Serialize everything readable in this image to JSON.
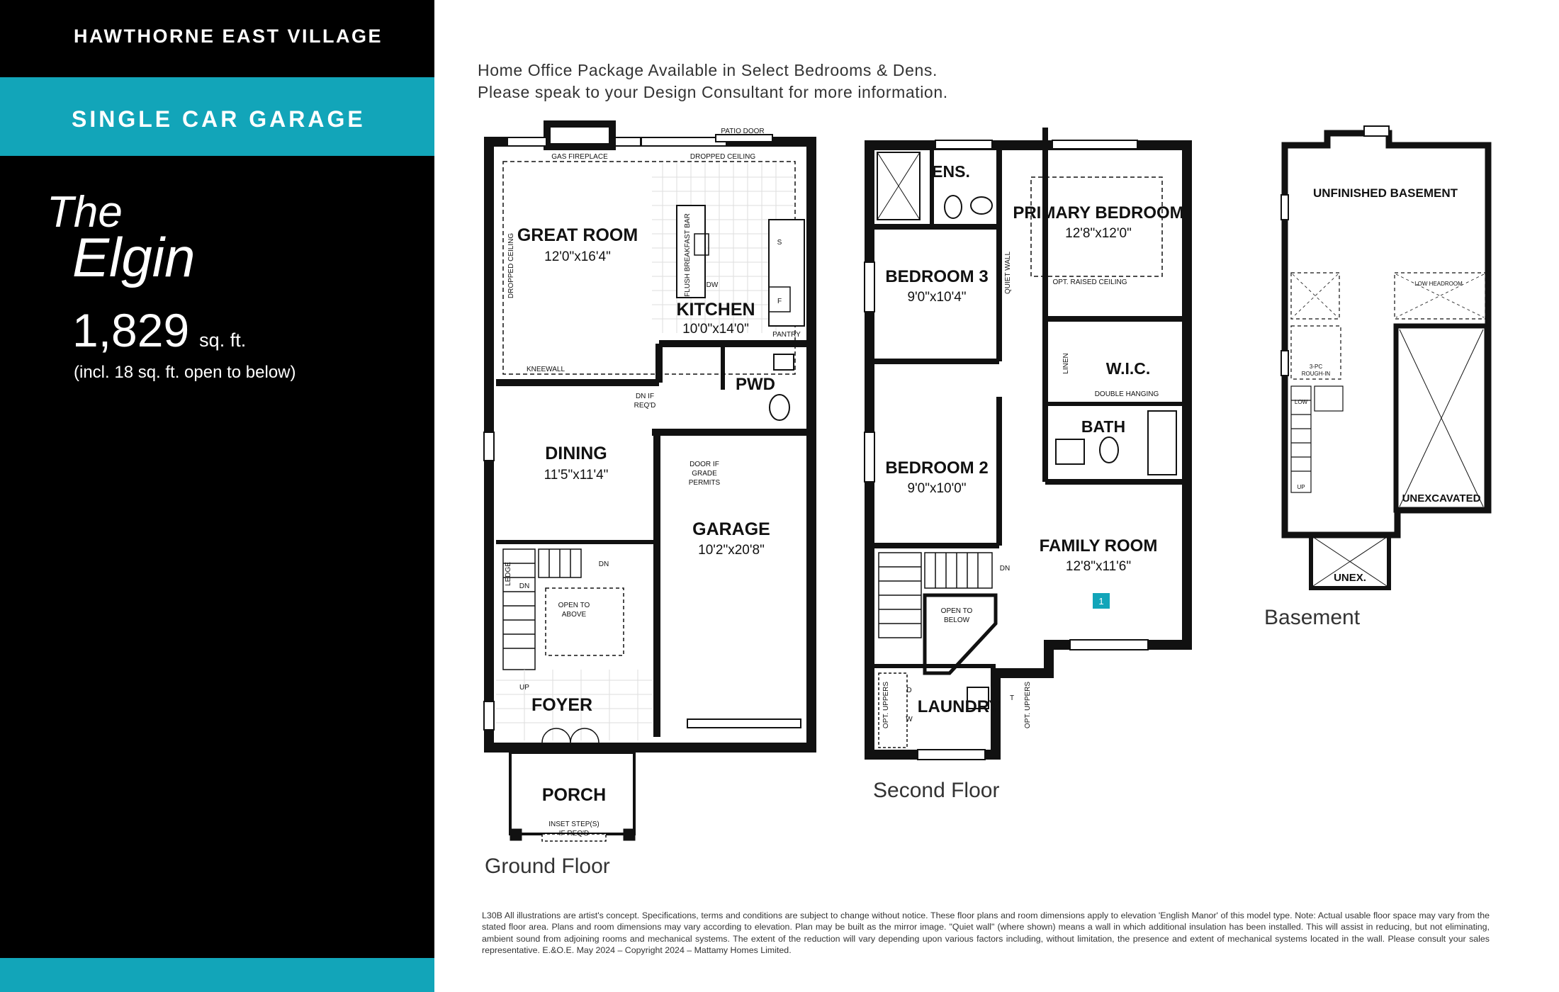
{
  "sidebar": {
    "community": "HAWTHORNE EAST VILLAGE",
    "garage_type": "SINGLE CAR GARAGE",
    "model_line1": "The",
    "model_line2": "Elgin",
    "sqft_value": "1,829",
    "sqft_unit": "sq. ft.",
    "sqft_note": "(incl. 18 sq. ft. open to below)",
    "brand_color": "#12a5b9"
  },
  "notice": {
    "line1": "Home Office Package Available in Select Bedrooms & Dens.",
    "line2": "Please speak to your Design Consultant for more information."
  },
  "ground_floor": {
    "label": "Ground Floor",
    "great_room_name": "GREAT ROOM",
    "great_room_dim": "12'0\"x16'4\"",
    "kitchen_name": "KITCHEN",
    "kitchen_dim": "10'0\"x14'0\"",
    "dining_name": "DINING",
    "dining_dim": "11'5\"x11'4\"",
    "garage_name": "GARAGE",
    "garage_dim": "10'2\"x20'8\"",
    "pwd": "PWD",
    "foyer": "FOYER",
    "porch": "PORCH",
    "gas_fireplace": "GAS FIREPLACE",
    "patio_door": "PATIO DOOR",
    "dropped_ceiling_top": "DROPPED CEILING",
    "dropped_ceiling_side": "DROPPED CEILING",
    "flush_bar": "FLUSH BREAKFAST BAR",
    "dw": "DW",
    "s": "S",
    "f": "F",
    "pantry": "PANTRY",
    "kneewall": "KNEEWALL",
    "dn_if_reqd_1": "DN IF",
    "dn_if_reqd_2": "REQ'D",
    "door_grade_1": "DOOR IF",
    "door_grade_2": "GRADE",
    "door_grade_3": "PERMITS",
    "ledge": "LEDGE",
    "dn_1": "DN",
    "dn_2": "DN",
    "up": "UP",
    "open_above_1": "OPEN TO",
    "open_above_2": "ABOVE",
    "inset_steps_1": "INSET STEP(S)",
    "inset_steps_2": "IF REQ'D"
  },
  "second_floor": {
    "label": "Second Floor",
    "primary_name": "PRIMARY BEDROOM",
    "primary_dim": "12'8\"x12'0\"",
    "bed3_name": "BEDROOM 3",
    "bed3_dim": "9'0\"x10'4\"",
    "bed2_name": "BEDROOM 2",
    "bed2_dim": "9'0\"x10'0\"",
    "family_name": "FAMILY ROOM",
    "family_dim": "12'8\"x11'6\"",
    "ens": "ENS.",
    "wic": "W.I.C.",
    "bath": "BATH",
    "laundry": "LAUNDRY",
    "quiet_wall": "QUIET WALL",
    "opt_raised": "OPT. RAISED CEILING",
    "linen": "LINEN",
    "double_hanging": "DOUBLE HANGING",
    "dn": "DN",
    "open_below_1": "OPEN TO",
    "open_below_2": "BELOW",
    "opt_uppers_l": "OPT. UPPERS",
    "opt_uppers_r": "OPT. UPPERS",
    "d": "D",
    "w": "W",
    "t": "T",
    "badge": "1"
  },
  "basement": {
    "label": "Basement",
    "unfinished": "UNFINISHED BASEMENT",
    "unexcavated": "UNEXCAVATED",
    "unex": "UNEX.",
    "up": "UP",
    "low_headroom_1": "LOW HEADROOM",
    "low_headroom_2": "LOW",
    "bath_rough": "3-PC",
    "rough_in": "ROUGH-IN"
  },
  "legal": "L30B All illustrations are artist's concept. Specifications, terms and conditions are subject to change without notice. These floor plans and room dimensions apply to elevation 'English Manor' of this model type. Note: Actual usable floor space may vary from the stated floor area. Plans and room dimensions may vary according to elevation. Plan may be built as the mirror image. \"Quiet wall\" (where shown) means a wall in which additional insulation has been installed. This will assist in reducing, but not eliminating, ambient sound from adjoining rooms and mechanical systems. The extent of the reduction will vary depending upon various factors including, without limitation, the presence and extent of mechanical systems located in the wall. Please consult your sales representative. E.&O.E. May 2024 – Copyright 2024 – Mattamy Homes Limited."
}
